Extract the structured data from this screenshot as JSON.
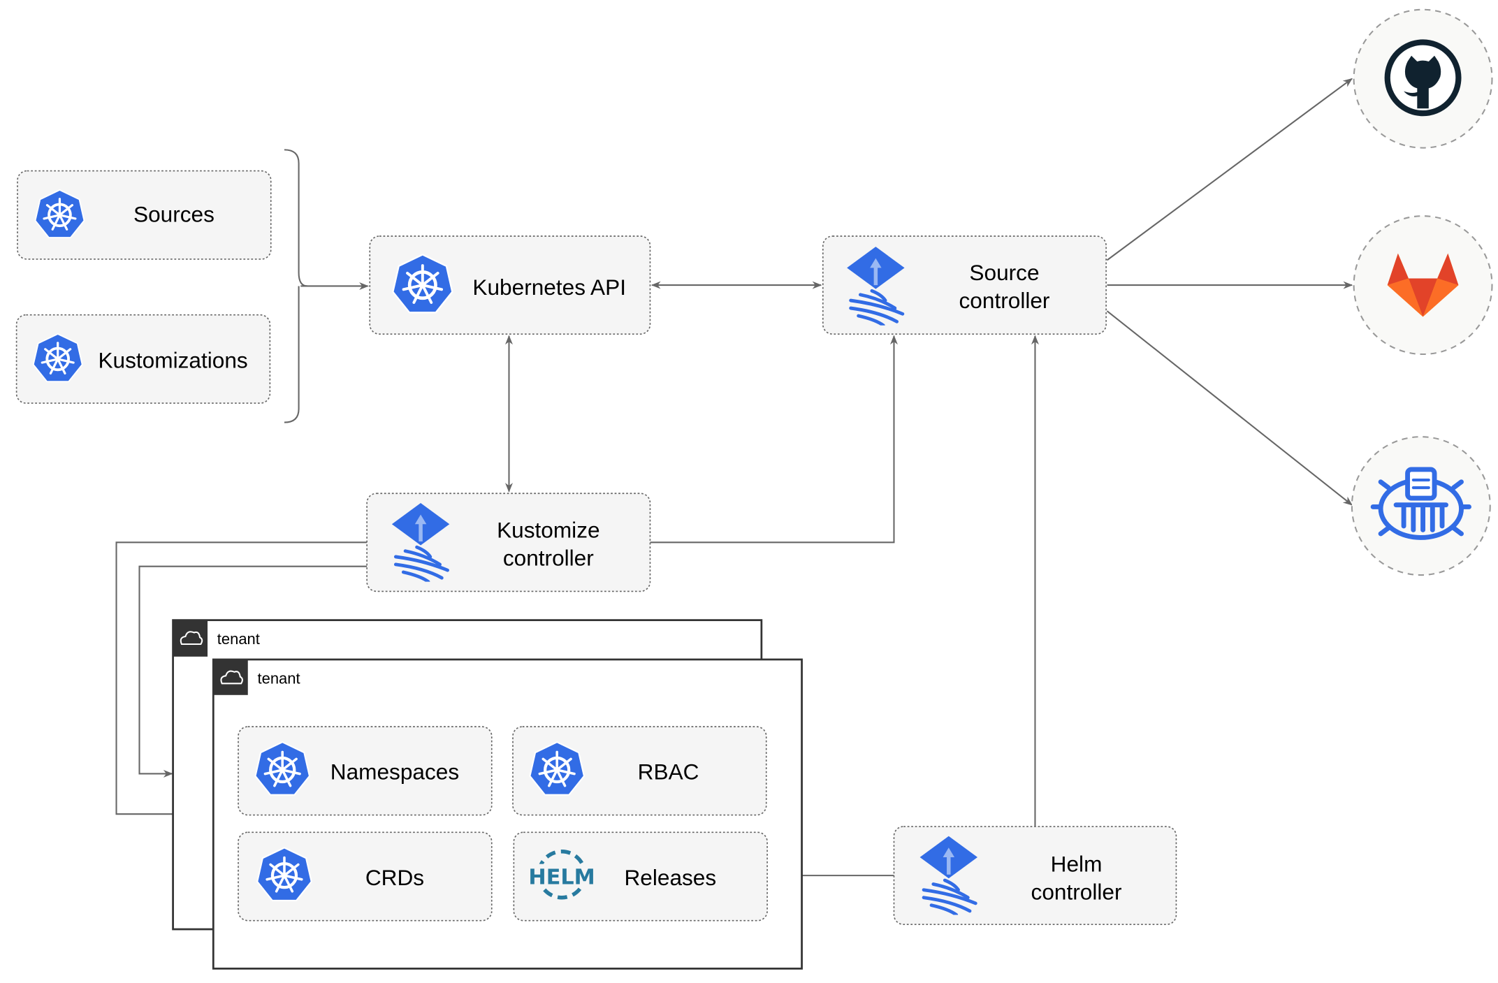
{
  "nodes": {
    "sources": "Sources",
    "kustomizations": "Kustomizations",
    "kubernetes_api": "Kubernetes API",
    "source_controller": [
      "Source",
      "controller"
    ],
    "kustomize_controller": [
      "Kustomize",
      "controller"
    ],
    "helm_controller": [
      "Helm",
      "controller"
    ],
    "namespaces": "Namespaces",
    "rbac": "RBAC",
    "crds": "CRDs",
    "releases": "Releases"
  },
  "tenants": [
    "tenant",
    "tenant"
  ],
  "helm_logo_text": "HELM",
  "external_sources": [
    "github-icon",
    "gitlab-icon",
    "bucket-icon"
  ],
  "colors": {
    "k8s_blue": "#326ce5",
    "flux_blue": "#326ce5",
    "helm": "#277a9f",
    "gitlab_orange": "#e24329",
    "github_dark": "#10222f"
  }
}
